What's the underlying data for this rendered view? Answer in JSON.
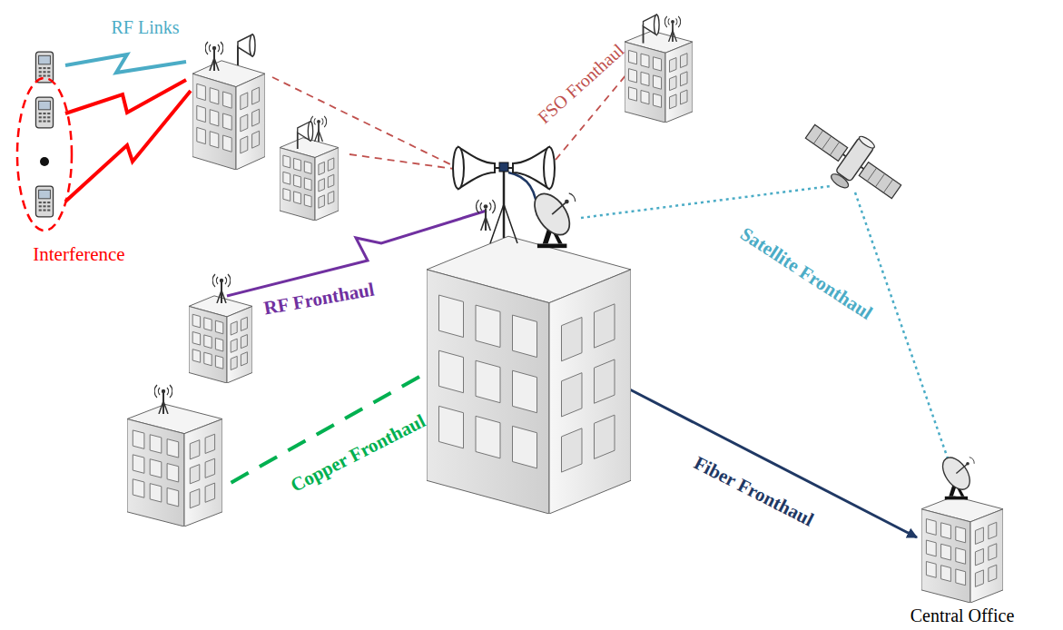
{
  "diagram": {
    "labels": [
      "RF Links",
      "FSO Fronthaul",
      "Interference",
      "Satellite Fronthaul",
      "RF Fronthaul",
      "Copper Fronthaul",
      "Fiber Fronthaul",
      "Central Office"
    ]
  }
}
